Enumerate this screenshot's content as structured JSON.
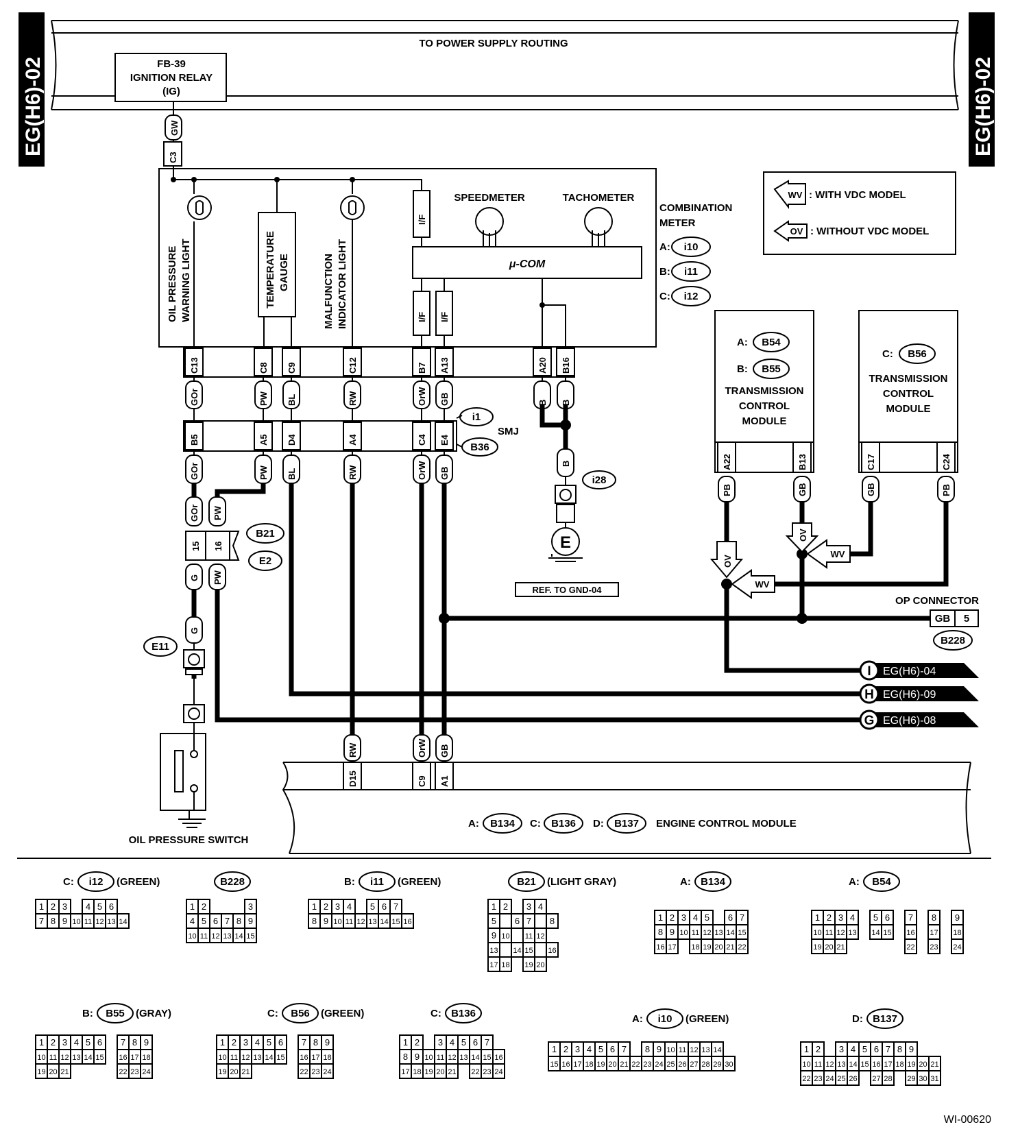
{
  "page_tags": {
    "left": "EG(H6)-02",
    "right": "EG(H6)-02"
  },
  "power_bus": {
    "label": "TO POWER SUPPLY ROUTING",
    "relay_line1": "FB-39",
    "relay_line2": "IGNITION RELAY",
    "relay_line3": "(IG)"
  },
  "top_wire": {
    "color": "GW",
    "pin": "C3"
  },
  "meter": {
    "title1": "COMBINATION",
    "title2": "METER",
    "oil_light": [
      "OIL PRESSURE",
      "WARNING LIGHT"
    ],
    "temp_gauge": [
      "TEMPERATURE",
      "GAUGE"
    ],
    "mil": [
      "MALFUNCTION",
      "INDICATOR LIGHT"
    ],
    "speedometer": "SPEEDMETER",
    "tachometer": "TACHOMETER",
    "ucom": "μ-COM",
    "if": "I/F",
    "conn_a": {
      "letter": "A:",
      "id": "i10"
    },
    "conn_b": {
      "letter": "B:",
      "id": "i11"
    },
    "conn_c": {
      "letter": "C:",
      "id": "i12"
    },
    "pins": [
      "C13",
      "C8",
      "C9",
      "C12",
      "B7",
      "A13",
      "A20",
      "B16"
    ],
    "colors": [
      "GOr",
      "PW",
      "BL",
      "RW",
      "OrW",
      "GB",
      "B",
      "B"
    ]
  },
  "legend": {
    "wv_tag": "WV",
    "wv_text": ": WITH VDC MODEL",
    "ov_tag": "OV",
    "ov_text": ": WITHOUT VDC MODEL"
  },
  "smj": {
    "label": "SMJ",
    "id1": "i1",
    "id2": "B36",
    "pins": [
      "B5",
      "A5",
      "D4",
      "A4",
      "C4",
      "E4"
    ],
    "colors": [
      "GOr",
      "PW",
      "BL",
      "RW",
      "OrW",
      "GB"
    ]
  },
  "ground": {
    "wire": "B",
    "conn": "i28",
    "symbol": "E",
    "ref": "REF. TO GND-04"
  },
  "b21": {
    "id1": "B21",
    "id2": "E2",
    "pins": [
      "15",
      "16"
    ],
    "upper": [
      "GOr",
      "PW"
    ],
    "lower": [
      "G",
      "PW"
    ]
  },
  "e11": {
    "id": "E11",
    "wire": "G"
  },
  "oil_switch": "OIL PRESSURE SWITCH",
  "tcm_vdc": {
    "a_letter": "A:",
    "a_id": "B54",
    "b_letter": "B:",
    "b_id": "B55",
    "name": [
      "TRANSMISSION",
      "CONTROL",
      "MODULE"
    ],
    "pins": [
      "A22",
      "B13"
    ],
    "colors": [
      "PB",
      "GB"
    ]
  },
  "tcm_novdc": {
    "c_letter": "C:",
    "c_id": "B56",
    "name": [
      "TRANSMISSION",
      "CONTROL",
      "MODULE"
    ],
    "pins": [
      "C17",
      "C24"
    ],
    "colors": [
      "GB",
      "PB"
    ]
  },
  "tags": {
    "ov": "OV",
    "wv": "WV"
  },
  "op_connector": {
    "label": "OP CONNECTOR",
    "color": "GB",
    "pin": "5",
    "id": "B228"
  },
  "offpage": [
    {
      "letter": "I",
      "ref": "EG(H6)-04"
    },
    {
      "letter": "H",
      "ref": "EG(H6)-09"
    },
    {
      "letter": "G",
      "ref": "EG(H6)-08"
    }
  ],
  "ecm": {
    "pins": [
      "D15",
      "C9",
      "A1"
    ],
    "colors": [
      "RW",
      "OrW",
      "GB"
    ],
    "a_letter": "A:",
    "a_id": "B134",
    "c_letter": "C:",
    "c_id": "B136",
    "d_letter": "D:",
    "d_id": "B137",
    "name": "ENGINE CONTROL MODULE"
  },
  "connectors": {
    "i12": {
      "letter": "C:",
      "id": "i12",
      "color": "(GREEN)",
      "rows": [
        [
          "1",
          "2",
          "3",
          "",
          "4",
          "5",
          "6"
        ],
        [
          "7",
          "8",
          "9",
          "10",
          "11",
          "12",
          "13",
          "14"
        ]
      ]
    },
    "b228": {
      "id": "B228",
      "rows": [
        [
          "1",
          "2",
          "",
          "",
          "",
          "3"
        ],
        [
          "4",
          "5",
          "6",
          "7",
          "8",
          "9"
        ],
        [
          "10",
          "11",
          "12",
          "13",
          "14",
          "15"
        ]
      ]
    },
    "i11": {
      "letter": "B:",
      "id": "i11",
      "color": "(GREEN)",
      "rows": [
        [
          "1",
          "2",
          "3",
          "4",
          "",
          "5",
          "6",
          "7"
        ],
        [
          "8",
          "9",
          "10",
          "11",
          "12",
          "13",
          "14",
          "15",
          "16"
        ]
      ]
    },
    "b21": {
      "id": "B21",
      "color": "(LIGHT GRAY)",
      "rows": [
        [
          "1",
          "2",
          "",
          "3",
          "4"
        ],
        [
          "5",
          "",
          "6",
          "7",
          "",
          "8"
        ],
        [
          "9",
          "10",
          "",
          "11",
          "12"
        ],
        [
          "13",
          "",
          "14",
          "15",
          "",
          "16"
        ],
        [
          "17",
          "18",
          "",
          "19",
          "20"
        ]
      ]
    },
    "b134": {
      "letter": "A:",
      "id": "B134",
      "rows": [
        [
          "1",
          "2",
          "3",
          "4",
          "5",
          "",
          "6",
          "7"
        ],
        [
          "8",
          "9",
          "10",
          "11",
          "12",
          "13",
          "14",
          "15"
        ],
        [
          "16",
          "17",
          "",
          "18",
          "19",
          "20",
          "21",
          "22"
        ]
      ]
    },
    "b54": {
      "letter": "A:",
      "id": "B54",
      "rows": [
        [
          "1",
          "2",
          "3",
          "4",
          "",
          "5",
          "6",
          "",
          "7",
          "",
          "8",
          "",
          "9"
        ],
        [
          "10",
          "11",
          "12",
          "13",
          "",
          "14",
          "15",
          "",
          "16",
          "",
          "17",
          "",
          "18"
        ],
        [
          "19",
          "20",
          "21",
          "",
          "",
          "",
          "",
          "",
          "22",
          "",
          "23",
          "",
          "24"
        ]
      ]
    },
    "b55": {
      "letter": "B:",
      "id": "B55",
      "color": "(GRAY)",
      "rows": [
        [
          "1",
          "2",
          "3",
          "4",
          "5",
          "6",
          "",
          "7",
          "8",
          "9"
        ],
        [
          "10",
          "11",
          "12",
          "13",
          "14",
          "15",
          "",
          "16",
          "17",
          "18"
        ],
        [
          "19",
          "20",
          "21",
          "",
          "",
          "",
          "",
          "22",
          "23",
          "24"
        ]
      ]
    },
    "b56": {
      "letter": "C:",
      "id": "B56",
      "color": "(GREEN)",
      "rows": [
        [
          "1",
          "2",
          "3",
          "4",
          "5",
          "6",
          "",
          "7",
          "8",
          "9"
        ],
        [
          "10",
          "11",
          "12",
          "13",
          "14",
          "15",
          "",
          "16",
          "17",
          "18"
        ],
        [
          "19",
          "20",
          "21",
          "",
          "",
          "",
          "",
          "22",
          "23",
          "24"
        ]
      ]
    },
    "b136": {
      "letter": "C:",
      "id": "B136",
      "rows": [
        [
          "1",
          "2",
          "",
          "3",
          "4",
          "5",
          "6",
          "7"
        ],
        [
          "8",
          "9",
          "10",
          "11",
          "12",
          "13",
          "14",
          "15",
          "16"
        ],
        [
          "17",
          "18",
          "19",
          "20",
          "21",
          "",
          "22",
          "23",
          "24"
        ]
      ]
    },
    "i10": {
      "letter": "A:",
      "id": "i10",
      "color": "(GREEN)",
      "rows": [
        [
          "1",
          "2",
          "3",
          "4",
          "5",
          "6",
          "7",
          "",
          "8",
          "9",
          "10",
          "11",
          "12",
          "13",
          "14"
        ],
        [
          "15",
          "16",
          "17",
          "18",
          "19",
          "20",
          "21",
          "22",
          "23",
          "24",
          "25",
          "26",
          "27",
          "28",
          "29",
          "30"
        ]
      ]
    },
    "b137": {
      "letter": "D:",
      "id": "B137",
      "rows": [
        [
          "1",
          "2",
          "",
          "3",
          "4",
          "5",
          "6",
          "7",
          "8",
          "9"
        ],
        [
          "10",
          "11",
          "12",
          "13",
          "14",
          "15",
          "16",
          "17",
          "18",
          "19",
          "20",
          "21"
        ],
        [
          "22",
          "23",
          "24",
          "25",
          "26",
          "",
          "27",
          "28",
          "",
          "29",
          "30",
          "31"
        ]
      ]
    }
  },
  "doc_id": "WI-00620"
}
